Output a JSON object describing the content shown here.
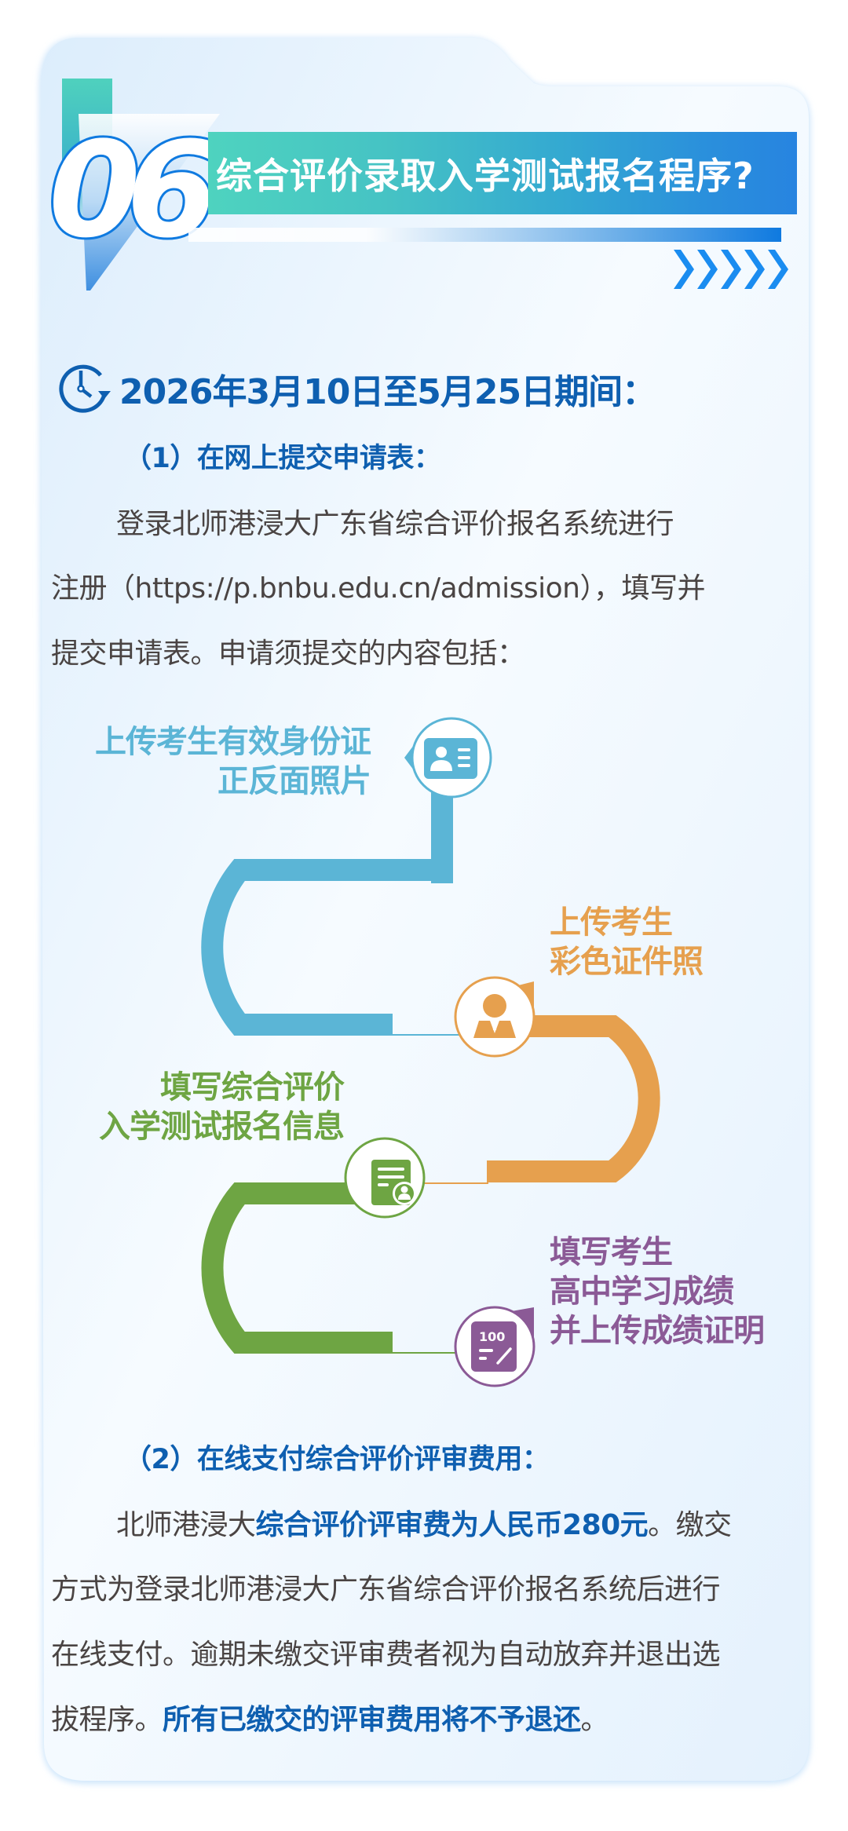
{
  "header": {
    "section_number": "06",
    "title": "综合评价录取入学测试报名程序?",
    "colors": {
      "teal": "#4ed3bf",
      "blue": "#2784e0",
      "number_outline": "#0f7ae0",
      "chevron": "#1a8cf0"
    }
  },
  "date_heading": {
    "icon": "clock-icon",
    "text": "2026年3月10日至5月25日期间："
  },
  "section1": {
    "heading": "（1）在网上提交申请表：",
    "paragraph_lines": [
      "登录北师港浸大广东省综合评价报名系统进行",
      "注册（https://p.bnbu.edu.cn/admission），填写并",
      "提交申请表。申请须提交的内容包括："
    ]
  },
  "flow_steps": [
    {
      "icon": "id-card-icon",
      "lines": [
        "上传考生有效身份证",
        "正反面照片"
      ],
      "color": "#5bb5d6"
    },
    {
      "icon": "person-portrait-icon",
      "lines": [
        "上传考生",
        "彩色证件照"
      ],
      "color": "#e6a04e"
    },
    {
      "icon": "form-user-icon",
      "lines": [
        "填写综合评价",
        "入学测试报名信息"
      ],
      "color": "#6ea543"
    },
    {
      "icon": "score-sheet-icon",
      "lines": [
        "填写考生",
        "高中学习成绩",
        "并上传成绩证明"
      ],
      "color": "#8b5a96"
    }
  ],
  "flow_icon_text": {
    "score": "100"
  },
  "section2": {
    "heading": "（2）在线支付综合评价评审费用：",
    "line1_pre": "北师港浸大",
    "line1_highlight": "综合评价评审费为人民币280元",
    "line1_post": "。缴交",
    "line2": "方式为登录北师港浸大广东省综合评价报名系统后进行",
    "line3": "在线支付。逾期未缴交评审费者视为自动放弃并退出选",
    "line4_pre": "拔程序。",
    "line4_highlight": "所有已缴交的评审费用将不予退还",
    "line4_post": "。"
  }
}
